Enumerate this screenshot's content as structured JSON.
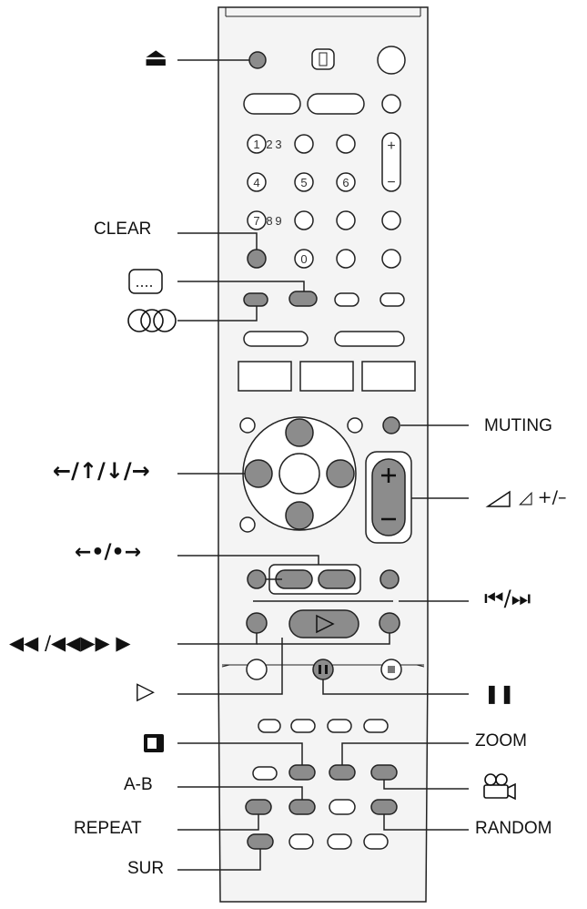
{
  "labels": {
    "eject": "⏏",
    "clear": "CLEAR",
    "muting": "MUTING",
    "arrows": "←/↑/↓/→",
    "volume": "◿ +/–",
    "instant": "←•/•→",
    "prev_next": "⏮/⏭",
    "scan": "◀◀ /◀◀▶▶ ▶",
    "play": "▷",
    "pause": "❚❚",
    "zoom": "ZOOM",
    "ab": "A-B",
    "repeat": "REPEAT",
    "random": "RANDOM",
    "sur": "SUR"
  },
  "remote_keys": {
    "num1": "1",
    "num2": "2",
    "num3": "3",
    "num4": "4",
    "num5": "5",
    "num6": "6",
    "num7": "7",
    "num8": "8",
    "num9": "9",
    "num0": "0",
    "plus": "+",
    "minus": "−"
  },
  "icons": [
    "eject-icon",
    "subtitle-icon",
    "audio-circles-icon",
    "volume-triangle-icon",
    "picture-in-picture-icon",
    "camera-angle-icon"
  ],
  "colors": {
    "line": "#222222",
    "button_fill": "#8c8c8c",
    "body": "#f2f2f2"
  }
}
